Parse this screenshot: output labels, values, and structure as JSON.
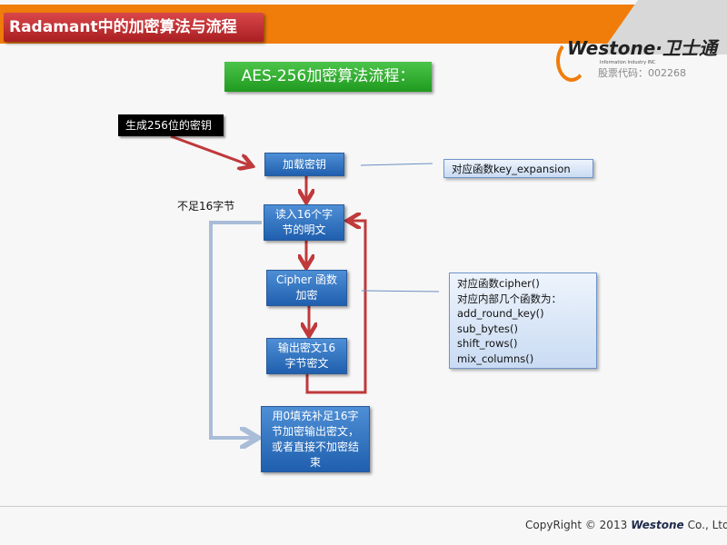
{
  "header": {
    "title": "Radamant中的加密算法与流程",
    "subtitle": "AES-256加密算法流程："
  },
  "logo": {
    "brand": "Westone·卫士通",
    "tagline": "Information Industry INC",
    "stock_code": "股票代码：002268"
  },
  "flow": {
    "start": "生成256位的密钥",
    "load_key": "加载密钥",
    "read_plain": "读入16个字节的明文",
    "cipher": "Cipher 函数加密",
    "output": "输出密文16字节密文",
    "pad": "用0填充补足16字节加密输出密文，或者直接不加密结束",
    "short_label": "不足16字节"
  },
  "notes": {
    "key": "对应函数key_expansion",
    "cipher_lines": [
      "对应函数cipher()",
      "对应内部几个函数为：",
      "add_round_key()",
      "sub_bytes()",
      "shift_rows()",
      "mix_columns()"
    ]
  },
  "footer": {
    "copyright": "CopyRight © 2013",
    "brand": "Westone",
    "suffix": "Co., Ltd."
  }
}
